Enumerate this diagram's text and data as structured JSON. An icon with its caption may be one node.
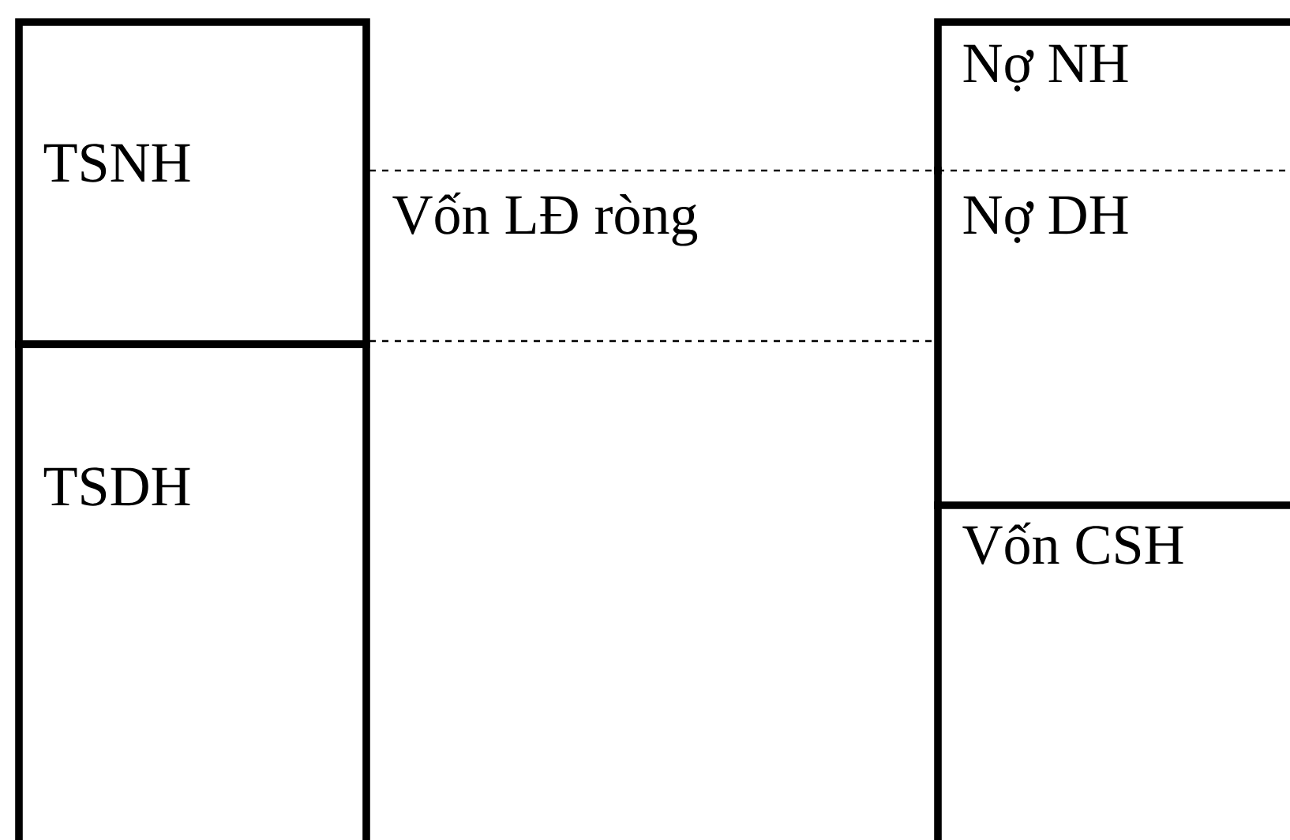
{
  "diagram": {
    "nodes": [
      {
        "text": [
          "TSNH"
        ]
      },
      {
        "text": [
          "TSDH"
        ]
      },
      {
        "text": [
          "Nợ NH"
        ]
      },
      {
        "text": [
          "Nợ DH"
        ]
      },
      {
        "text": [
          "Vốn CSH"
        ]
      }
    ],
    "labels": [
      "Vốn LĐ ròng"
    ]
  }
}
